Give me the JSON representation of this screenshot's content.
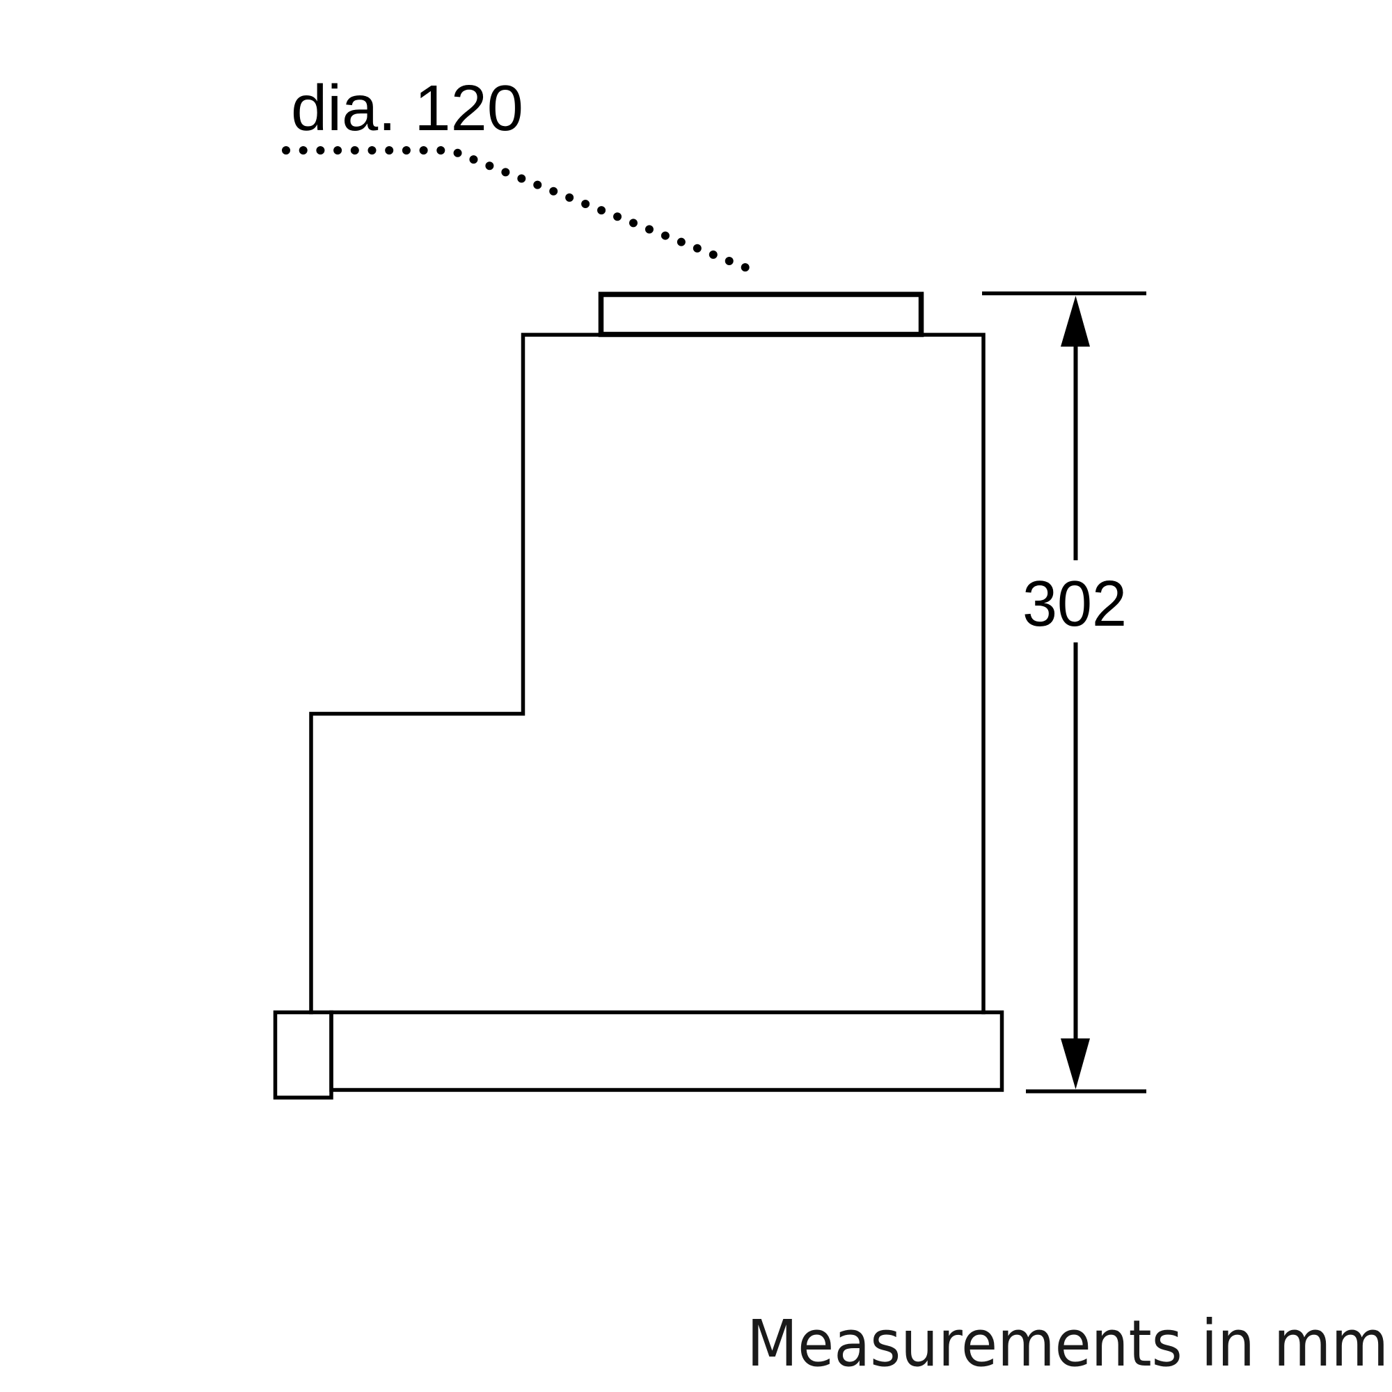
{
  "diagram": {
    "type": "technical dimension drawing",
    "outlet_label": "dia. 120",
    "height_dimension": "302",
    "footer_note": "Measurements in mm",
    "colors": {
      "line": "#000000",
      "background": "#ffffff",
      "note_text": "#1a1a1a"
    }
  }
}
